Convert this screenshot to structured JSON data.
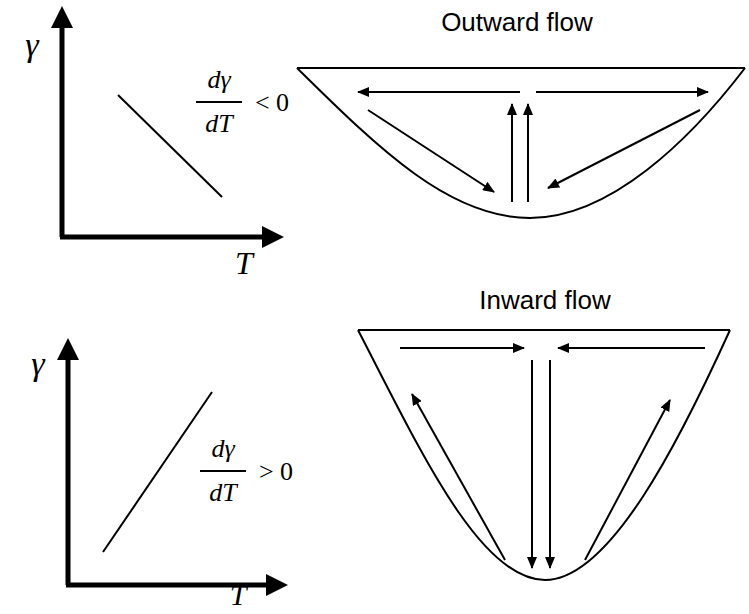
{
  "diagram": {
    "labels": [
      "γ",
      "T",
      "dγ",
      "dT",
      "< 0",
      "Outward flow",
      "γ",
      "T",
      "dγ",
      "dT",
      "> 0",
      "Inward flow"
    ]
  }
}
